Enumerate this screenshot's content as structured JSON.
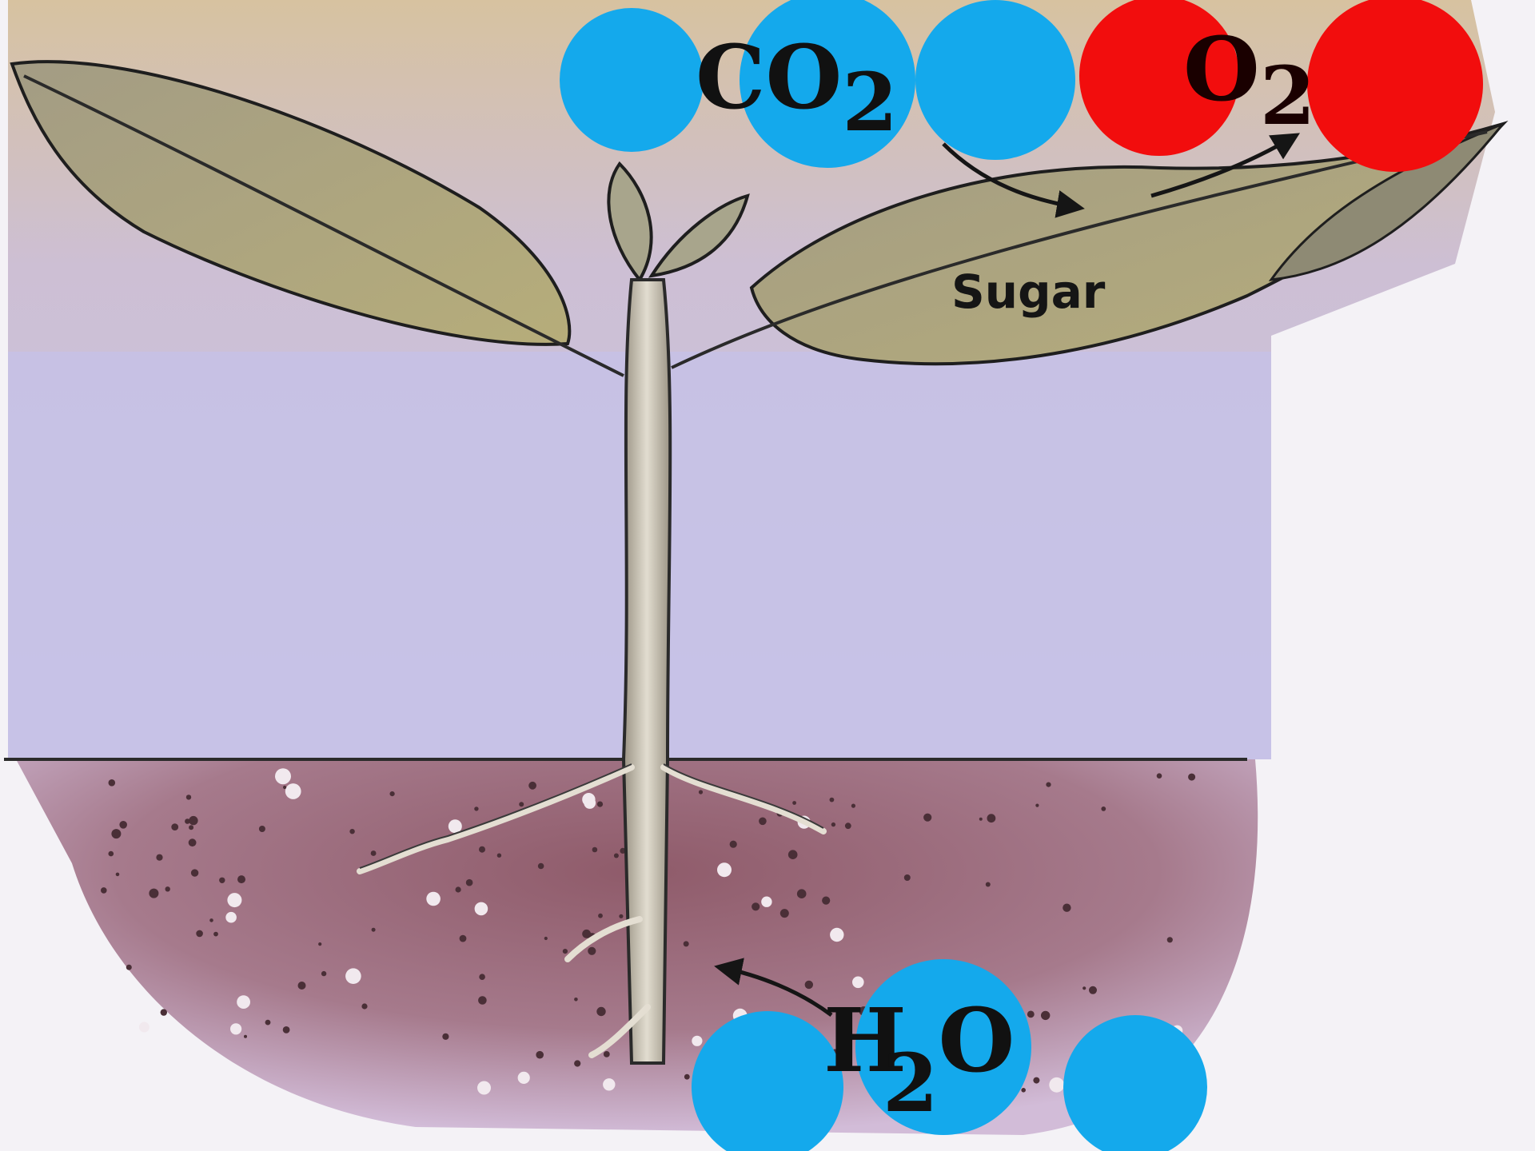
{
  "molecules": {
    "co2": {
      "base": "CO",
      "subscript": "2"
    },
    "o2": {
      "base": "O",
      "subscript": "2"
    },
    "h2o": {
      "h": "H",
      "subscript": "2",
      "o": "O"
    }
  },
  "labels": {
    "sugar": "Sugar"
  },
  "colors": {
    "co2_atoms": "#14a9ec",
    "o2_atoms": "#f20d0d",
    "h2o_atoms": "#14a9ec",
    "sky_top": "#d8c3a8",
    "sky_band": "#c9c2e6",
    "soil": "#9e6f85",
    "leaf": "#a8a37a",
    "stem": "#d5cfc2"
  },
  "icons": {
    "plant": "plant-illustration",
    "arrows": [
      "co2-to-leaf-arrow",
      "leaf-to-o2-arrow",
      "h2o-to-root-arrow"
    ]
  }
}
